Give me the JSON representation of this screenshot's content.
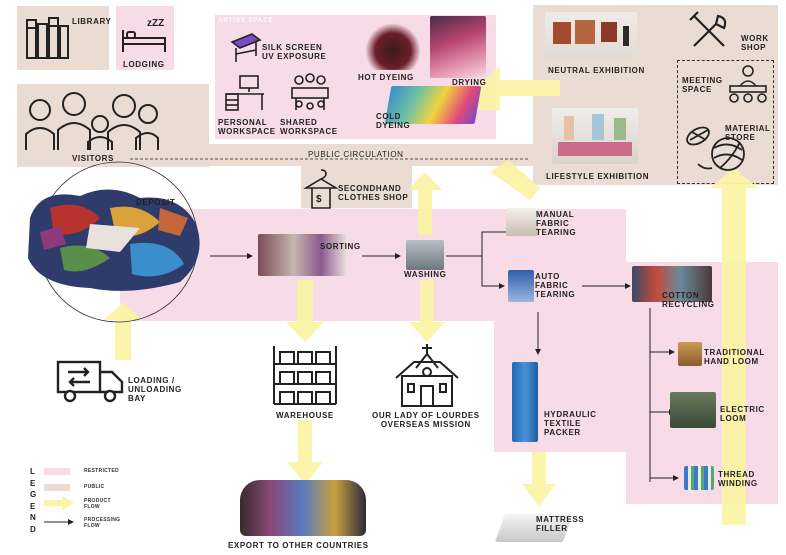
{
  "zones": {
    "library": "LIBRARY",
    "lodging": "LODGING",
    "visitors": "VISITORS",
    "artist_space": "ARTIST SPACE",
    "silk_screen": "SILK SCREEN\nUV EXPOSURE",
    "personal_workspace": "PERSONAL\nWORKSPACE",
    "shared_workspace": "SHARED\nWORKSPACE",
    "hot_dyeing": "HOT DYEING",
    "drying": "DRYING",
    "cold_dyeing": "COLD\nDYEING",
    "neutral_exhibition": "NEUTRAL EXHIBITION",
    "workshop": "WORK\nSHOP",
    "meeting_space": "MEETING\nSPACE",
    "material_store": "MATERIAL\nSTORE",
    "lifestyle_exhibition": "LIFESTYLE EXHIBITION",
    "public_circulation": "PUBLIC CIRCULATION",
    "secondhand_shop": "SECONDHAND\nCLOTHES SHOP",
    "deposit": "DEPOSIT",
    "sorting": "SORTING",
    "washing": "WASHING",
    "manual_tearing": "MANUAL\nFABRIC\nTEARING",
    "auto_tearing": "AUTO\nFABRIC\nTEARING",
    "cotton_recycling": "COTTON\nRECYCLING",
    "loading_bay": "LOADING /\nUNLOADING\nBAY",
    "warehouse": "WAREHOUSE",
    "mission": "OUR LADY OF LOURDES\nOVERSEAS MISSION",
    "hydraulic_packer": "HYDRAULIC\nTEXTILE\nPACKER",
    "hand_loom": "TRADITIONAL\nHAND LOOM",
    "electric_loom": "ELECTRIC\nLOOM",
    "thread_winding": "THREAD\nWINDING",
    "mattress_filler": "MATTRESS\nFILLER",
    "export": "EXPORT TO OTHER COUNTRIES"
  },
  "legend": {
    "letters": "L\nE\nG\nE\nN\nD",
    "restricted": "RESTRICTED",
    "public": "PUBLIC",
    "product_flow": "PRODUCT\nFLOW",
    "processing_flow": "PROCESSING\nFLOW"
  },
  "colors": {
    "public": "#eadcd3",
    "restricted": "#f7dbe6",
    "product_flow": "#fbf3a6"
  },
  "icons": [
    "books-icon",
    "bed-icon",
    "family-icon",
    "uv-exposure-icon",
    "desk-icon",
    "meeting-table-icon",
    "tools-icon",
    "meeting-icon",
    "yarn-icon",
    "hanger-icon",
    "truck-icon",
    "shelving-icon",
    "church-icon"
  ]
}
